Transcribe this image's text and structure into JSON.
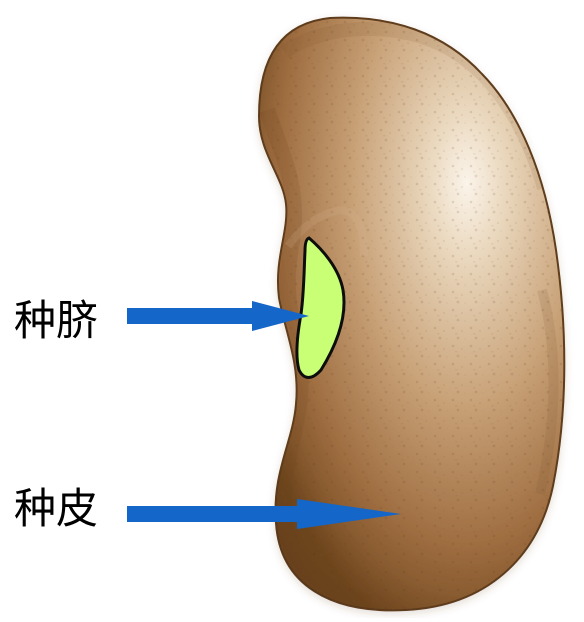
{
  "labels": {
    "hilum": "种脐",
    "seed_coat": "种皮"
  },
  "colors": {
    "seed_light": "#f4e7d4",
    "seed_mid": "#c79f74",
    "seed_dark": "#8f6033",
    "seed_edge": "#5e3c1d",
    "hilum_fill": "#c8ff75",
    "hilum_outline": "#111111",
    "arrow": "#1466c8",
    "text": "#000000"
  },
  "icons": {
    "arrow": "right-arrow-icon",
    "seed": "bean-seed-illustration"
  }
}
